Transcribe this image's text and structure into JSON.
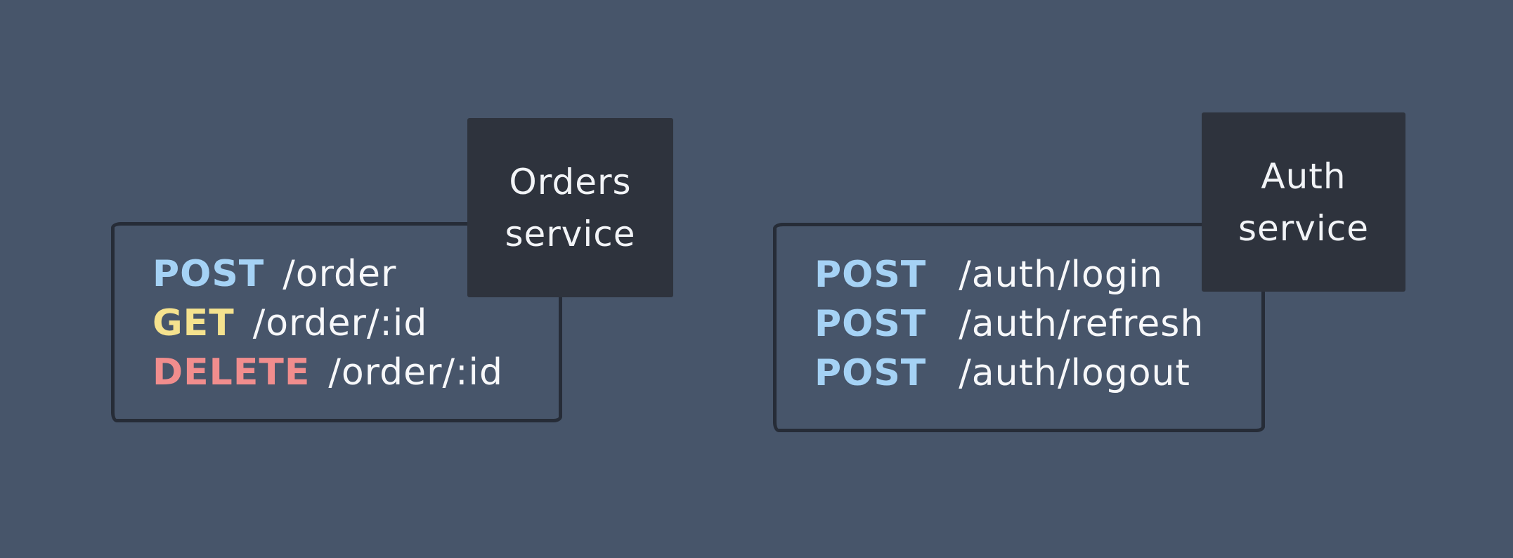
{
  "canvas": {
    "background": "#47556A"
  },
  "colors": {
    "box_border": "#262C37",
    "label_bg": "#2E333D",
    "label_text": "#F2F4F7",
    "path_text": "#F7F8FA",
    "method_post": "#A5D2F5",
    "method_get": "#F5E28E",
    "method_delete": "#F18D8D"
  },
  "services": [
    {
      "name": "orders",
      "label_line1": "Orders",
      "label_line2": "service",
      "endpoints": [
        {
          "method": "POST",
          "path": "/order",
          "method_color": "#A5D2F5"
        },
        {
          "method": "GET",
          "path": "/order/:id",
          "method_color": "#F5E28E"
        },
        {
          "method": "DELETE",
          "path": "/order/:id",
          "method_color": "#F18D8D"
        }
      ]
    },
    {
      "name": "auth",
      "label_line1": "Auth",
      "label_line2": "service",
      "endpoints": [
        {
          "method": "POST",
          "path": "/auth/login",
          "method_color": "#A5D2F5"
        },
        {
          "method": "POST",
          "path": "/auth/refresh",
          "method_color": "#A5D2F5"
        },
        {
          "method": "POST",
          "path": "/auth/logout",
          "method_color": "#A5D2F5"
        }
      ]
    }
  ]
}
